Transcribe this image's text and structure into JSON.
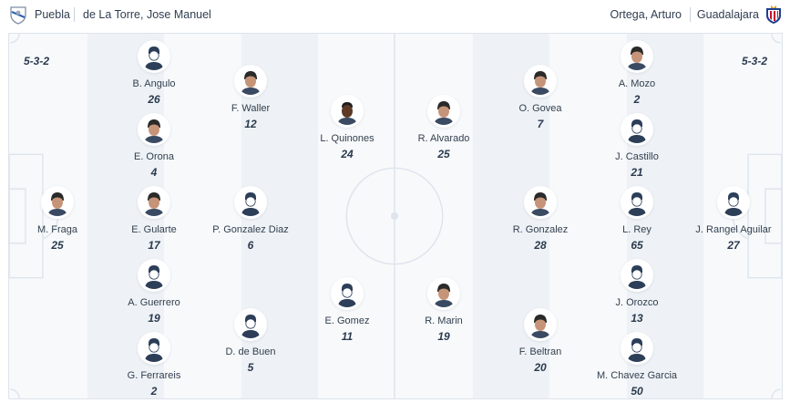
{
  "header": {
    "home_team": "Puebla",
    "home_coach": "de La Torre, Jose Manuel",
    "away_coach": "Ortega, Arturo",
    "away_team": "Guadalajara"
  },
  "home": {
    "formation": "5-3-2",
    "players": [
      {
        "name": "M. Fraga",
        "number": "25",
        "avatar": "dark-hair"
      },
      {
        "name": "B. Angulo",
        "number": "26",
        "avatar": "placeholder"
      },
      {
        "name": "E. Orona",
        "number": "4",
        "avatar": "dark-hair"
      },
      {
        "name": "E. Gularte",
        "number": "17",
        "avatar": "dark-hair"
      },
      {
        "name": "A. Guerrero",
        "number": "19",
        "avatar": "placeholder"
      },
      {
        "name": "G. Ferrareis",
        "number": "2",
        "avatar": "placeholder"
      },
      {
        "name": "F. Waller",
        "number": "12",
        "avatar": "dark-hair"
      },
      {
        "name": "P. Gonzalez Diaz",
        "number": "6",
        "avatar": "placeholder"
      },
      {
        "name": "D. de Buen",
        "number": "5",
        "avatar": "placeholder"
      },
      {
        "name": "L. Quinones",
        "number": "24",
        "avatar": "dark-skin"
      },
      {
        "name": "E. Gomez",
        "number": "11",
        "avatar": "placeholder"
      }
    ]
  },
  "away": {
    "formation": "5-3-2",
    "players": [
      {
        "name": "R. Alvarado",
        "number": "25",
        "avatar": "dark-hair"
      },
      {
        "name": "R. Marin",
        "number": "19",
        "avatar": "dark-hair"
      },
      {
        "name": "O. Govea",
        "number": "7",
        "avatar": "dark-hair"
      },
      {
        "name": "R. Gonzalez",
        "number": "28",
        "avatar": "dark-hair"
      },
      {
        "name": "F. Beltran",
        "number": "20",
        "avatar": "dark-hair"
      },
      {
        "name": "A. Mozo",
        "number": "2",
        "avatar": "dark-hair"
      },
      {
        "name": "J. Castillo",
        "number": "21",
        "avatar": "placeholder"
      },
      {
        "name": "L. Rey",
        "number": "65",
        "avatar": "placeholder"
      },
      {
        "name": "J. Orozco",
        "number": "13",
        "avatar": "placeholder"
      },
      {
        "name": "M. Chavez Garcia",
        "number": "50",
        "avatar": "placeholder"
      },
      {
        "name": "J. Rangel Aguilar",
        "number": "27",
        "avatar": "placeholder"
      }
    ]
  },
  "colors": {
    "pitch": "#f7f9fb",
    "stripe": "#eef2f6",
    "lines": "#dde4ec",
    "text": "#2b3a4e",
    "placeholder_avatar": "#2c3e58",
    "away_crest": "#c8102e"
  }
}
